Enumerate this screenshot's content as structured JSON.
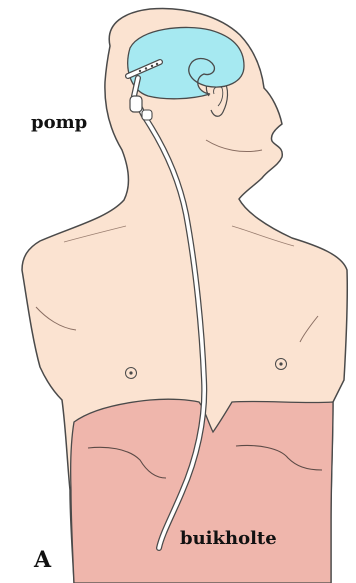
{
  "figure": {
    "panel_label": "A",
    "labels": {
      "pump": "pomp",
      "abdominal_cavity": "buikholte"
    }
  },
  "colors": {
    "skin": "#fbe3d1",
    "abdomen": "#efb6ac",
    "ventricle": "#a6e9f1",
    "outline": "#4a4a4a",
    "tube": "#ffffff",
    "text": "#111111"
  }
}
